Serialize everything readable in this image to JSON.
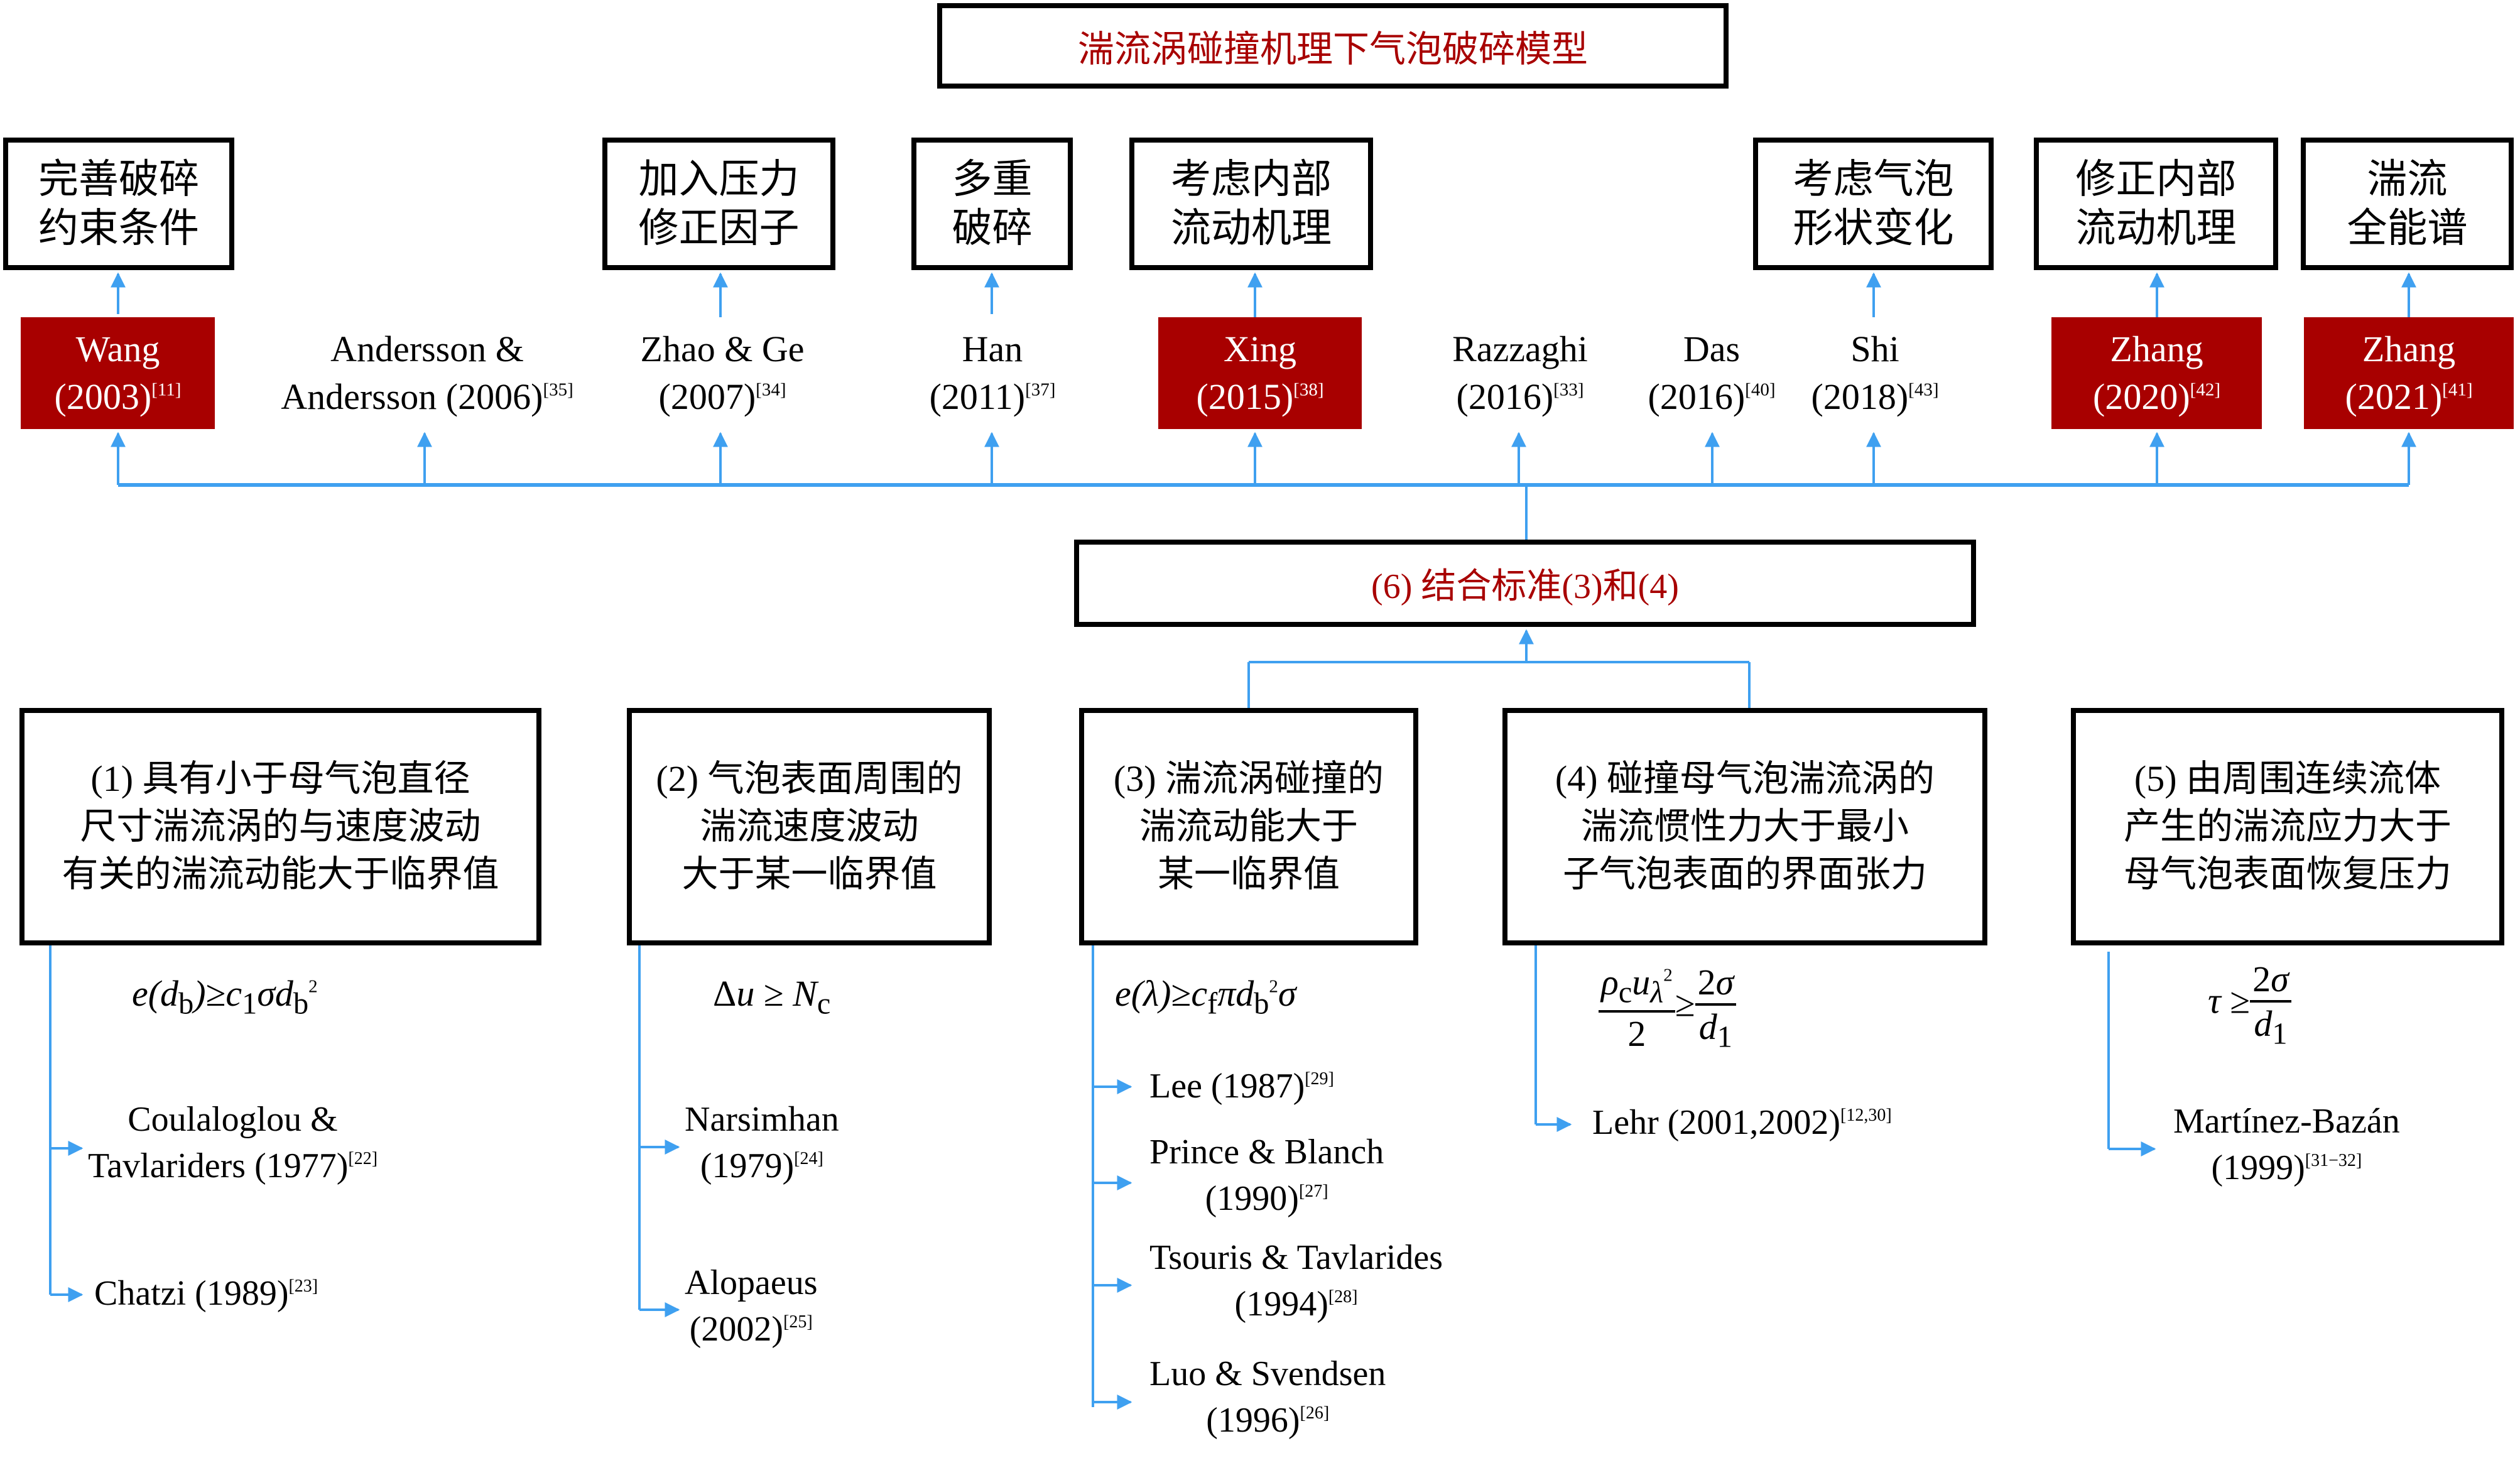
{
  "title": "湍流涡碰撞机理下气泡破碎模型",
  "colors": {
    "accent_red": "#a80000",
    "connector_blue": "#3fa0f0",
    "border": "#000000"
  },
  "top_boxes": [
    {
      "lines": [
        "完善破碎",
        "约束条件"
      ]
    },
    {
      "lines": [
        "加入压力",
        "修正因子"
      ]
    },
    {
      "lines": [
        "多重",
        "破碎"
      ]
    },
    {
      "lines": [
        "考虑内部",
        "流动机理"
      ]
    },
    {
      "lines": [
        "考虑气泡",
        "形状变化"
      ]
    },
    {
      "lines": [
        "修正内部",
        "流动机理"
      ]
    },
    {
      "lines": [
        "湍流",
        "全能谱"
      ]
    }
  ],
  "authors": [
    {
      "name": "Wang",
      "year": "(2003)",
      "ref": "[11]",
      "highlight": true
    },
    {
      "name": "Andersson &",
      "year": "Andersson (2006)",
      "ref": "[35]",
      "highlight": false
    },
    {
      "name": "Zhao & Ge",
      "year": "(2007)",
      "ref": "[34]",
      "highlight": false
    },
    {
      "name": "Han",
      "year": "(2011)",
      "ref": "[37]",
      "highlight": false
    },
    {
      "name": "Xing",
      "year": "(2015)",
      "ref": "[38]",
      "highlight": true
    },
    {
      "name": "Razzaghi",
      "year": "(2016)",
      "ref": "[33]",
      "highlight": false
    },
    {
      "name": "Das",
      "year": "(2016)",
      "ref": "[40]",
      "highlight": false
    },
    {
      "name": "Shi",
      "year": "(2018)",
      "ref": "[43]",
      "highlight": false
    },
    {
      "name": "Zhang",
      "year": "(2020)",
      "ref": "[42]",
      "highlight": true
    },
    {
      "name": "Zhang",
      "year": "(2021)",
      "ref": "[41]",
      "highlight": true
    }
  ],
  "combined": "(6) 结合标准(3)和(4)",
  "criteria": [
    {
      "lines": [
        "(1) 具有小于母气泡直径",
        "尺寸湍流涡的与速度波动",
        "有关的湍流动能大于临界值"
      ],
      "formula": "e(d_b) ≥ c_1 σ d_b^2",
      "refs": [
        {
          "lines": [
            "Coulaloglou &",
            "Tavlariders (1977)"
          ],
          "ref": "[22]"
        },
        {
          "lines": [
            "Chatzi (1989)"
          ],
          "ref": "[23]"
        }
      ]
    },
    {
      "lines": [
        "(2) 气泡表面周围的",
        "湍流速度波动",
        "大于某一临界值"
      ],
      "formula": "Δu ≥ N_c",
      "refs": [
        {
          "lines": [
            "Narsimhan",
            "(1979)"
          ],
          "ref": "[24]"
        },
        {
          "lines": [
            "Alopaeus",
            "(2002)"
          ],
          "ref": "[25]"
        }
      ]
    },
    {
      "lines": [
        "(3) 湍流涡碰撞的",
        "湍流动能大于",
        "某一临界值"
      ],
      "formula": "e(λ) ≥ c_f π d_b^2 σ",
      "refs": [
        {
          "lines": [
            "Lee (1987)"
          ],
          "ref": "[29]"
        },
        {
          "lines": [
            "Prince & Blanch",
            "(1990)"
          ],
          "ref": "[27]"
        },
        {
          "lines": [
            "Tsouris & Tavlarides",
            "(1994)"
          ],
          "ref": "[28]"
        },
        {
          "lines": [
            "Luo & Svendsen",
            "(1996)"
          ],
          "ref": "[26]"
        }
      ]
    },
    {
      "lines": [
        "(4) 碰撞母气泡湍流涡的",
        "湍流惯性力大于最小",
        "子气泡表面的界面张力"
      ],
      "formula": "ρ_c u_λ^2 / 2 ≥ 2σ / d_1",
      "refs": [
        {
          "lines": [
            "Lehr (2001,2002)"
          ],
          "ref": "[12,30]"
        }
      ]
    },
    {
      "lines": [
        "(5) 由周围连续流体",
        "产生的湍流应力大于",
        "母气泡表面恢复压力"
      ],
      "formula": "τ ≥ 2σ / d_1",
      "refs": [
        {
          "lines": [
            "Martínez-Bazán",
            "(1999)"
          ],
          "ref": "[31−32]"
        }
      ]
    }
  ]
}
